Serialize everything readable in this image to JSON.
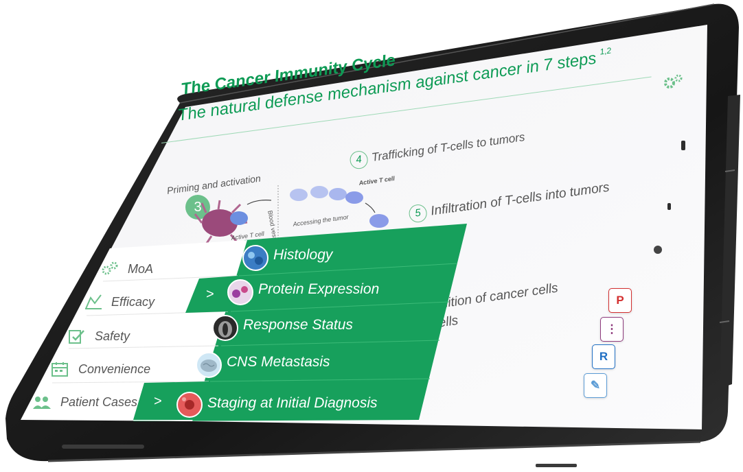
{
  "slide": {
    "title": "The Cancer Immunity Cycle",
    "subtitle": "The natural defense mechanism against cancer in 7 steps",
    "subtitle_refs": "1,2",
    "steps": {
      "priming": "Priming and activation",
      "step3_num": "3",
      "step4_num": "4",
      "step4_label": "Trafficking of T-cells to tumors",
      "step5_num": "5",
      "step5_label": "Infiltration of T-cells into tumors",
      "step6_label_line1": "gnition of cancer cells",
      "step6_label_line2": "cells"
    },
    "diagram_labels": {
      "active_t_cell_left": "Active T cell",
      "active_t_cell_top": "Active T cell",
      "accessing_tumor": "Accessing  the tumor",
      "blood_vessel": "Blood vesse"
    }
  },
  "side_buttons": [
    {
      "name": "p-button",
      "label": "P",
      "color": "#d32f2f"
    },
    {
      "name": "more-button",
      "label": "⋮",
      "color": "#8e3a7d"
    },
    {
      "name": "r-button",
      "label": "R",
      "color": "#1f6fc4"
    },
    {
      "name": "pen-button",
      "label": "✎",
      "color": "#5a9bd5"
    }
  ],
  "menu": {
    "items": [
      {
        "label": "MoA",
        "icon": "gears-icon"
      },
      {
        "label": "Efficacy",
        "icon": "chart-icon"
      },
      {
        "label": "Safety",
        "icon": "checklist-icon"
      },
      {
        "label": "Convenience",
        "icon": "calendar-icon"
      },
      {
        "label": "Patient Cases",
        "icon": "people-icon"
      }
    ],
    "chevron": ">"
  },
  "submenu": {
    "items": [
      {
        "label": "Histology",
        "icon": "histology-thumb-icon"
      },
      {
        "label": "Protein Expression",
        "icon": "protein-thumb-icon"
      },
      {
        "label": "Response Status",
        "icon": "xray-thumb-icon"
      },
      {
        "label": "CNS Metastasis",
        "icon": "brain-thumb-icon"
      },
      {
        "label": "Staging at Initial Diagnosis",
        "icon": "cell-thumb-icon"
      }
    ]
  },
  "colors": {
    "brand_green": "#17a05c",
    "title_green": "#0e9b55",
    "light_green": "#6cc08b",
    "tablet_body": "#1c1c1c"
  }
}
